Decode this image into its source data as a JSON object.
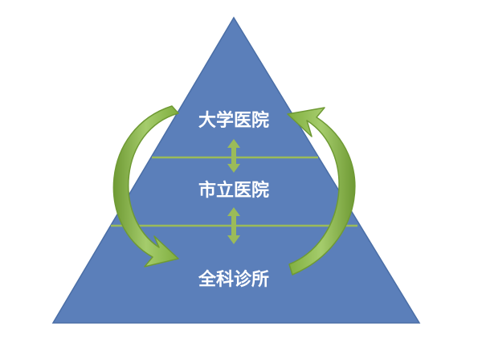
{
  "diagram": {
    "tiers": [
      {
        "label": "大学医院"
      },
      {
        "label": "市立医院"
      },
      {
        "label": "全科诊所"
      }
    ],
    "colors": {
      "pyramid_fill": "#5b7fba",
      "pyramid_edge": "#4a6ea6",
      "divider": "#9bbb59",
      "arrow_fill": "#8dbb4a",
      "arrow_dark": "#6f9a34",
      "arrow_light": "#b3d57e"
    }
  }
}
